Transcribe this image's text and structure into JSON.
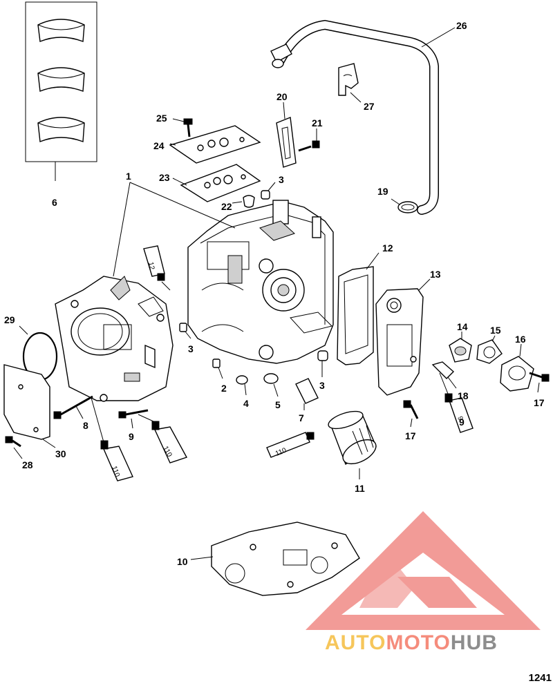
{
  "callouts": {
    "c1": "1",
    "c2": "2",
    "c3a": "3",
    "c3b": "3",
    "c3c": "3",
    "c4": "4",
    "c5": "5",
    "c6": "6",
    "c7": "7",
    "c8": "8",
    "c9a": "9",
    "c9b": "9",
    "c10": "10",
    "c11": "11",
    "c12": "12",
    "c13": "13",
    "c14": "14",
    "c15": "15",
    "c16": "16",
    "c17a": "17",
    "c17b": "17",
    "c18": "18",
    "c19": "19",
    "c20": "20",
    "c21": "21",
    "c22": "22",
    "c23": "23",
    "c24": "24",
    "c25": "25",
    "c26": "26",
    "c27": "27",
    "c28": "28",
    "c29": "29",
    "c30": "30"
  },
  "tube_labels": {
    "t12": "12",
    "t9": "9",
    "t110a": "110",
    "t110b": "110",
    "t110c": "110"
  },
  "watermark": {
    "part1": "AUTO",
    "part2": "MOTO",
    "part3": "HUB",
    "colors": {
      "auto": "#f6c65b",
      "moto": "#f58c7c",
      "hub": "#8d8d8d",
      "triangle": "#f08a86"
    }
  },
  "figure_number": "1241"
}
